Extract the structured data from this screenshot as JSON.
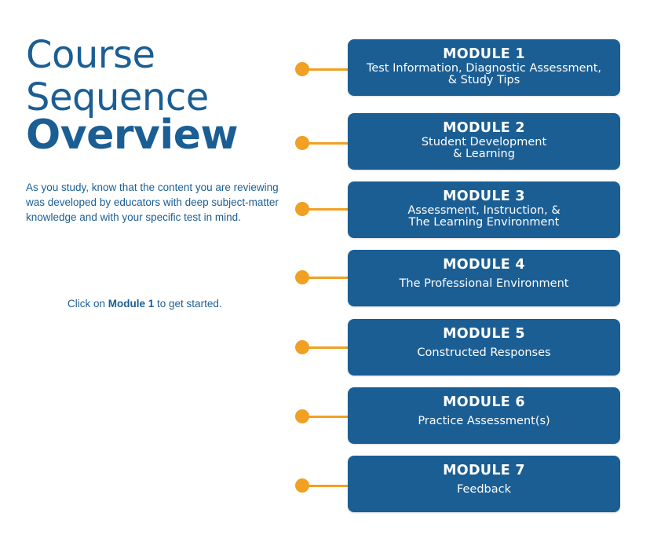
{
  "title": {
    "line1": "Course",
    "line2": "Sequence",
    "line3": "Overview"
  },
  "intro": "As you study, know that the content you are reviewing was developed by educators with deep subject-matter knowledge and with your specific test in mind.",
  "cta": {
    "prefix": "Click on ",
    "link": "Module 1",
    "suffix": " to get started."
  },
  "modules": [
    {
      "title": "MODULE 1",
      "subtitle": "Test Information, Diagnostic Assessment,\n& Study Tips"
    },
    {
      "title": "MODULE 2",
      "subtitle": "Student Development\n& Learning"
    },
    {
      "title": "MODULE 3",
      "subtitle": "Assessment, Instruction, &\nThe Learning Environment"
    },
    {
      "title": "MODULE 4",
      "subtitle": "The Professional Environment"
    },
    {
      "title": "MODULE 5",
      "subtitle": "Constructed Responses"
    },
    {
      "title": "MODULE 6",
      "subtitle": "Practice Assessment(s)"
    },
    {
      "title": "MODULE 7",
      "subtitle": "Feedback"
    }
  ],
  "colors": {
    "brand_blue": "#1b5e94",
    "accent_orange": "#f0a023",
    "background": "#ffffff"
  },
  "icons": {
    "connector": "connector-dot-icon"
  }
}
